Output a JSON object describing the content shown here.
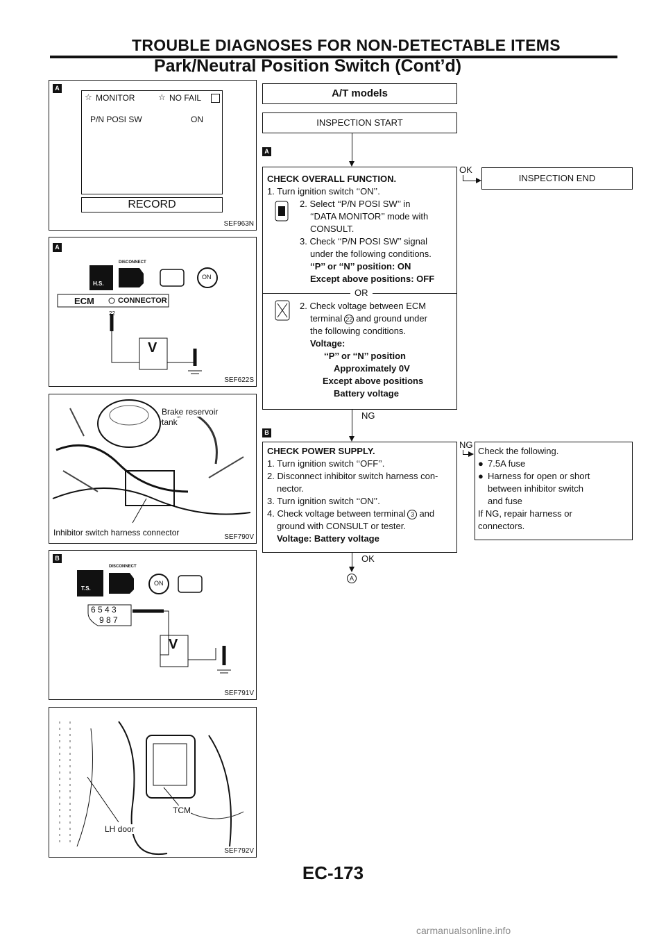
{
  "header": {
    "title": "TROUBLE DIAGNOSES FOR NON-DETECTABLE ITEMS",
    "subtitle": "Park/Neutral Position Switch (Cont’d)"
  },
  "markers": {
    "a": "A",
    "b": "B"
  },
  "figures": {
    "fig1": {
      "monitor": "MONITOR",
      "no_fail": "NO FAIL",
      "item": "P/N POSI SW",
      "value": "ON",
      "record": "RECORD",
      "code": "SEF963N"
    },
    "fig2": {
      "disconnect": "DISCONNECT",
      "hs": "H.S.",
      "on": "ON",
      "ecm": "ECM",
      "connector": "CONNECTOR",
      "pin": "22",
      "v": "V",
      "code": "SEF622S"
    },
    "fig3": {
      "label_brake": "Brake reservoir",
      "label_tank": "tank",
      "label_harness": "Inhibitor switch harness connector",
      "code": "SEF790V"
    },
    "fig4": {
      "disconnect": "DISCONNECT",
      "ts": "T.S.",
      "on": "ON",
      "pins_top": "6 5 4 3",
      "pins_bottom": "9 8 7",
      "v": "V",
      "code": "SEF791V"
    },
    "fig5": {
      "label_tcm": "TCM",
      "label_door": "LH door",
      "code": "SEF792V"
    }
  },
  "flow": {
    "models": "A/T models",
    "start": "INSPECTION START",
    "check_overall": {
      "title": "CHECK OVERALL FUNCTION.",
      "step1": "1. Turn ignition switch ‘‘ON’’.",
      "step2a": "2. Select ‘‘P/N POSI SW’’ in",
      "step2b": "‘‘DATA MONITOR’’ mode with",
      "step2c": "CONSULT.",
      "step3a": "3. Check ‘‘P/N POSI SW’’ signal",
      "step3b": "under the following conditions.",
      "cond1": "‘‘P’’ or ‘‘N’’ position: ON",
      "cond2": "Except above positions: OFF",
      "or": "OR",
      "alt_a": "2. Check voltage between ECM",
      "alt_b_pre": "terminal",
      "alt_b_pin": "22",
      "alt_b_post": "and ground under",
      "alt_c": "the following conditions.",
      "volt": "Voltage:",
      "pn": "‘‘P’’ or ‘‘N’’ position",
      "approx": "Approximately 0V",
      "except": "Except above positions",
      "battery": "Battery voltage"
    },
    "ok1": "OK",
    "end": "INSPECTION END",
    "ng1": "NG",
    "check_power": {
      "title": "CHECK POWER SUPPLY.",
      "s1": "1. Turn ignition switch ‘‘OFF’’.",
      "s2a": "2. Disconnect inhibitor switch harness con-",
      "s2b": "nector.",
      "s3": "3. Turn ignition switch ‘‘ON’’.",
      "s4a_pre": "4. Check voltage between terminal",
      "s4a_pin": "3",
      "s4a_post": "and",
      "s4b": "ground with CONSULT or tester.",
      "volt": "Voltage: Battery voltage"
    },
    "ng2": "NG",
    "check_following": {
      "l1": "Check the following.",
      "l2": "7.5A fuse",
      "l3a": "Harness for open or short",
      "l3b": "between inhibitor switch",
      "l3c": "and fuse",
      "l4": "If NG, repair harness or",
      "l5": "connectors."
    },
    "ok2": "OK",
    "goto": "A"
  },
  "footer": {
    "page": "EC-173",
    "watermark": "carmanualsonline.info"
  }
}
